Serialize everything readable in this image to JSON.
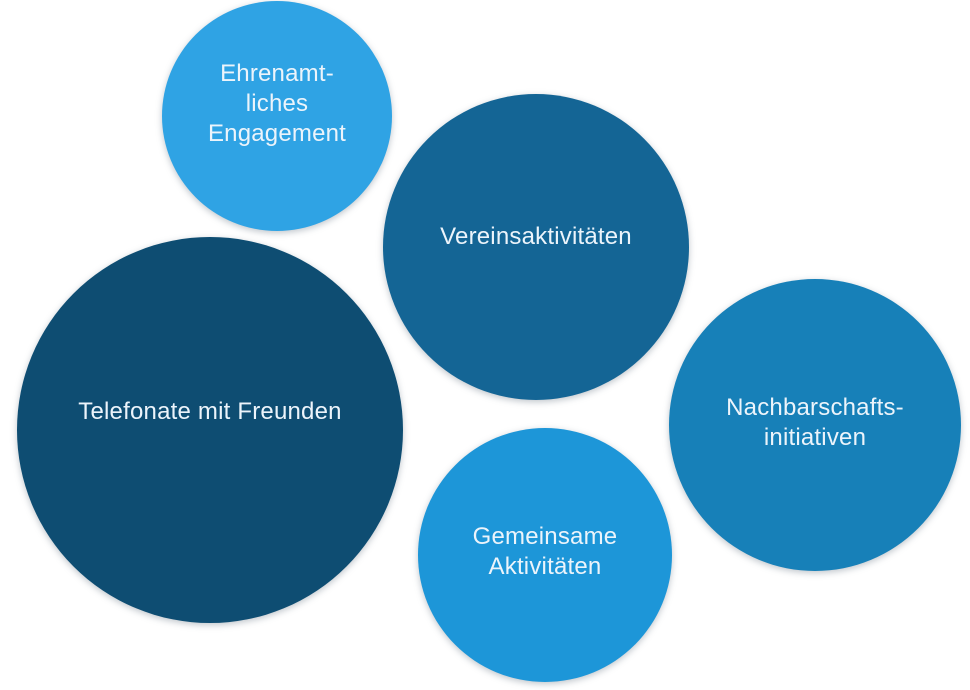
{
  "diagram": {
    "background_color": "#ffffff",
    "label_text_color": "#ECF4FB",
    "bubbles": [
      {
        "id": "ehrenamtliches-engagement",
        "label": "Ehrenamt-\nliches\nEngagement",
        "color": "#2FA3E4",
        "relative_size": "small"
      },
      {
        "id": "vereinsaktivitaeten",
        "label": "Vereinsaktivitäten",
        "color": "#146595",
        "relative_size": "large"
      },
      {
        "id": "telefonate-mit-freunden",
        "label": "Telefonate mit Freunden",
        "color": "#0E4D72",
        "relative_size": "largest"
      },
      {
        "id": "nachbarschaftsinitiativen",
        "label": "Nachbarschafts-\ninitiativen",
        "color": "#1780B8",
        "relative_size": "medium"
      },
      {
        "id": "gemeinsame-aktivitaeten",
        "label": "Gemeinsame\nAktivitäten",
        "color": "#1D96D8",
        "relative_size": "small-medium"
      }
    ]
  }
}
